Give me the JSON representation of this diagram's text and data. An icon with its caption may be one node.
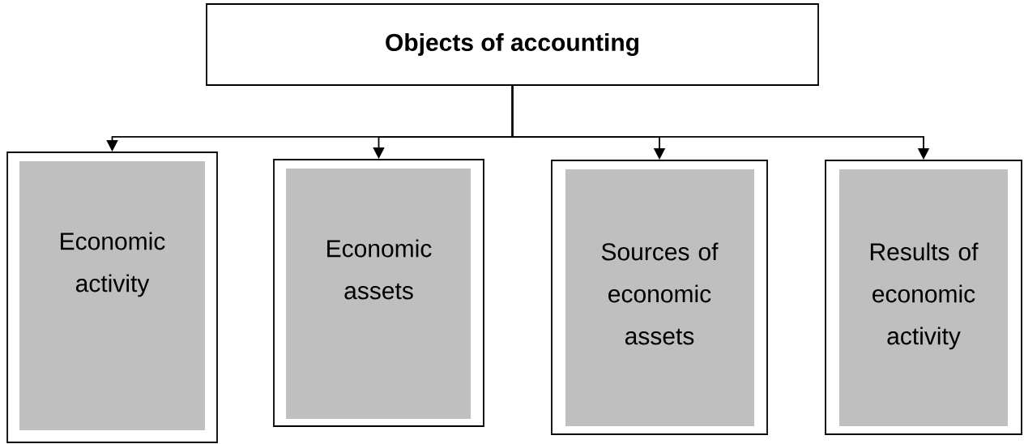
{
  "diagram": {
    "nodes": [
      {
        "text": [
          "Objects of accounting"
        ]
      },
      {
        "text": [
          "Economic activity"
        ]
      },
      {
        "text": [
          "Economic assets"
        ]
      },
      {
        "text": [
          "Sources of economic assets"
        ]
      },
      {
        "text": [
          "Results of economic activity"
        ]
      }
    ],
    "edges": [
      {
        "from": 0,
        "to": 1,
        "arrow": "to"
      },
      {
        "from": 0,
        "to": 2,
        "arrow": "to"
      },
      {
        "from": 0,
        "to": 3,
        "arrow": "to"
      },
      {
        "from": 0,
        "to": 4,
        "arrow": "to"
      }
    ]
  }
}
